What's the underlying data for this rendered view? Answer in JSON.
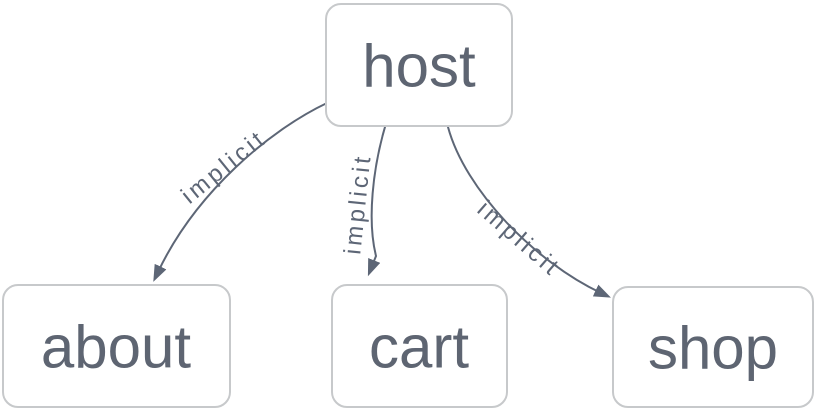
{
  "diagram": {
    "type": "flowchart",
    "background_color": "#ffffff",
    "node_fill_color": "#ffffff",
    "node_border_color": "#c7c9cb",
    "node_text_color": "#5e6572",
    "edge_color": "#5d6676",
    "edge_label_color": "#5d6676",
    "nodes": [
      {
        "id": "host",
        "label": "host"
      },
      {
        "id": "about",
        "label": "about"
      },
      {
        "id": "cart",
        "label": "cart"
      },
      {
        "id": "shop",
        "label": "shop"
      }
    ],
    "edges": [
      {
        "from": "host",
        "to": "about",
        "label": "implicit"
      },
      {
        "from": "host",
        "to": "cart",
        "label": "implicit"
      },
      {
        "from": "host",
        "to": "shop",
        "label": "implicit"
      }
    ]
  }
}
